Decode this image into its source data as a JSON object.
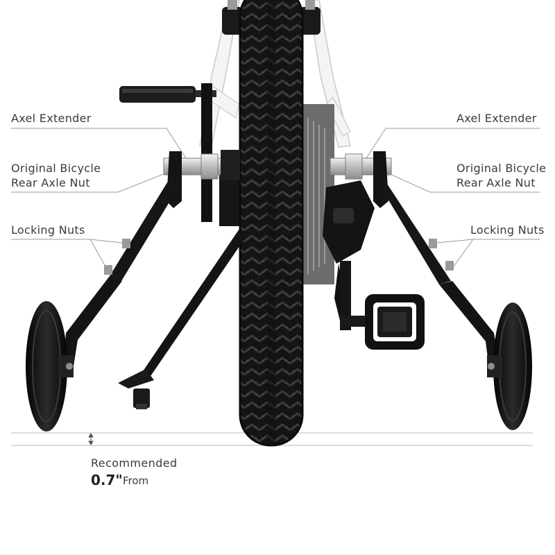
{
  "callouts_left": {
    "axel_extender": "Axel Extender",
    "axle_nut_line1": "Original Bicycle",
    "axle_nut_line2": "Rear Axle Nut",
    "locking_nuts": "Locking Nuts"
  },
  "callouts_right": {
    "axel_extender": "Axel Extender",
    "axle_nut_line1": "Original Bicycle",
    "axle_nut_line2": "Rear Axle Nut",
    "locking_nuts": "Locking Nuts"
  },
  "recommendation": {
    "title": "Recommended",
    "value": "0.7\"",
    "suffix": "From"
  },
  "colors": {
    "background": "#ffffff",
    "text": "#3a3a3a",
    "leader_line": "#9a9a9a",
    "metal_black": "#161616",
    "chrome": "#cfcfcf",
    "frame_white": "#f4f4f4"
  }
}
